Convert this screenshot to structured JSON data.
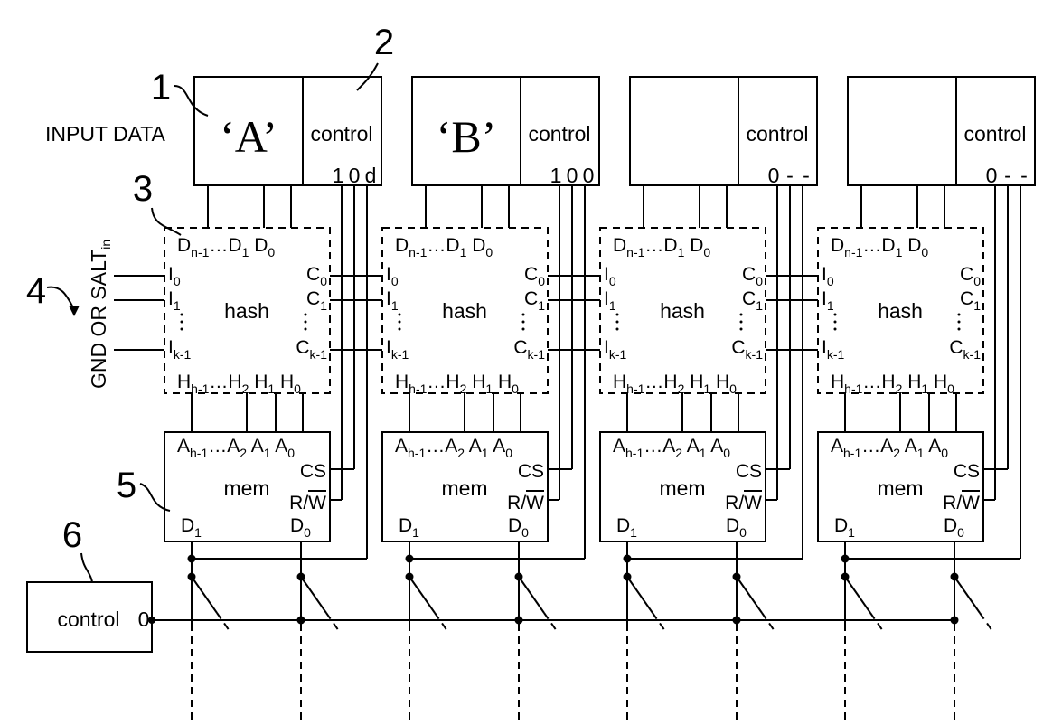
{
  "labels": {
    "input_data": "INPUT DATA",
    "side": {
      "main": "GND OR SALT",
      "sub": "in"
    },
    "refs": [
      "1",
      "2",
      "3",
      "4",
      "5",
      "6"
    ]
  },
  "columns": [
    {
      "data": "‘A’",
      "control": "control",
      "bits": [
        "1",
        "0",
        "d"
      ]
    },
    {
      "data": "‘B’",
      "control": "control",
      "bits": [
        "1",
        "0",
        "0"
      ]
    },
    {
      "data": "",
      "control": "control",
      "bits": [
        "0",
        "-",
        "-"
      ]
    },
    {
      "data": "",
      "control": "control",
      "bits": [
        "0",
        "-",
        "-"
      ]
    }
  ],
  "hash": {
    "title": "hash",
    "inputs": [
      {
        "b": "D",
        "s": "n-1"
      },
      {
        "b": "…D",
        "s": "1"
      },
      {
        "b": " D",
        "s": "0"
      }
    ],
    "outputs": [
      {
        "b": "H",
        "s": "h-1"
      },
      {
        "b": "…H",
        "s": "2"
      },
      {
        "b": " H",
        "s": "1"
      },
      {
        "b": " H",
        "s": "0"
      }
    ],
    "left": [
      {
        "b": "I",
        "s": "0"
      },
      {
        "b": "I",
        "s": "1"
      },
      {
        "b": "I",
        "s": "k-1"
      }
    ],
    "right": [
      {
        "b": "C",
        "s": "0"
      },
      {
        "b": "C",
        "s": "1"
      },
      {
        "b": "C",
        "s": "k-1"
      }
    ]
  },
  "mem": {
    "title": "mem",
    "address": [
      {
        "b": "A",
        "s": "h-1"
      },
      {
        "b": "…A",
        "s": "2"
      },
      {
        "b": " A",
        "s": "1"
      },
      {
        "b": " A",
        "s": "0"
      }
    ],
    "cs": "CS",
    "rw": {
      "r": "R/",
      "w": "W"
    },
    "d1": {
      "b": "D",
      "s": "1"
    },
    "d0": {
      "b": "D",
      "s": "0"
    }
  },
  "bottom_control": {
    "label": "control",
    "bit": "0"
  }
}
